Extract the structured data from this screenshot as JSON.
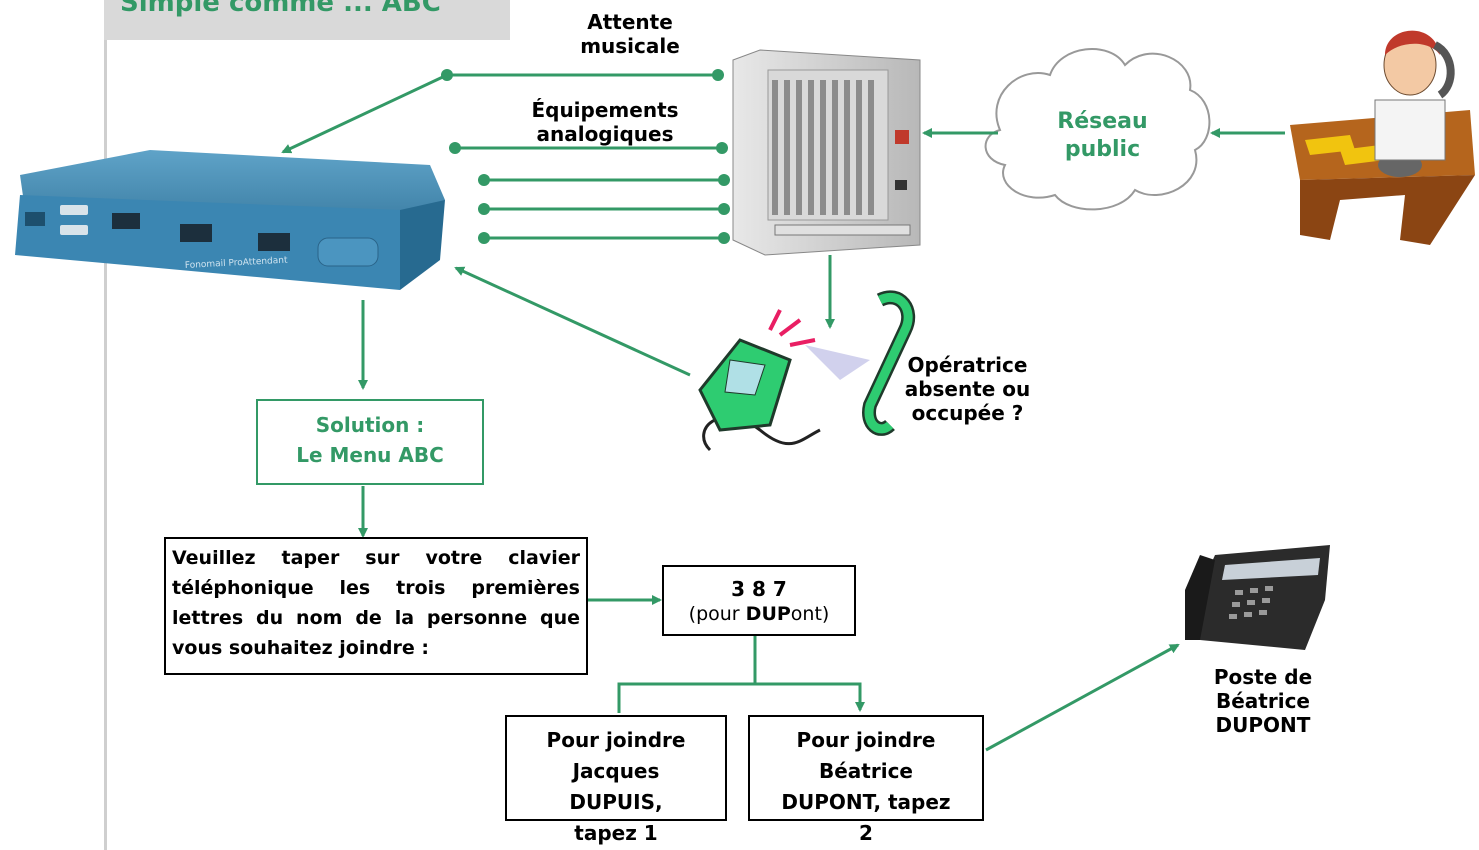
{
  "header": {
    "title": "Simple comme ... ABC"
  },
  "labels": {
    "attente": "Attente musicale",
    "equipements": "Équipements analogiques",
    "reseau": "Réseau public",
    "operatrice": "Opératrice absente ou occupée ?",
    "solution_1": "Solution :",
    "solution_2": "Le Menu ABC",
    "instruction": "Veuillez taper sur votre clavier téléphonique les trois premières lettres du nom de la personne que vous souhaitez joindre :",
    "code": "3 8 7",
    "code_note_pre": "(pour ",
    "code_note_bold": "DUP",
    "code_note_post": "ont)",
    "opt1": "Pour joindre Jacques DUPUIS, tapez 1",
    "opt2": "Pour joindre Béatrice DUPONT, tapez 2",
    "poste": "Poste de Béatrice DUPONT",
    "device_brand": "Fonomail ProAttendant"
  },
  "colors": {
    "green": "#339966",
    "header_bg": "#d9d9d9"
  }
}
